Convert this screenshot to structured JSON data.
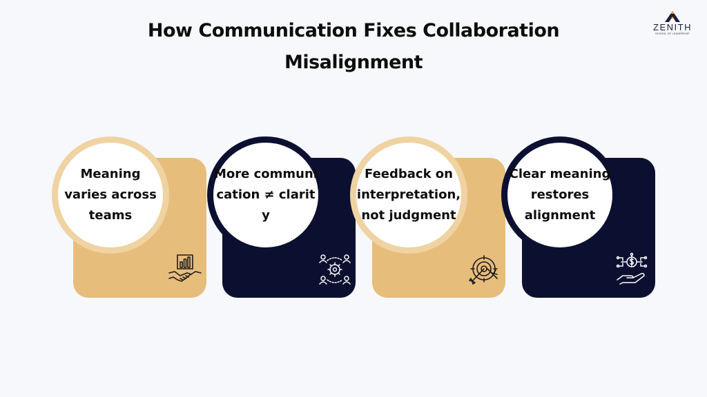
{
  "title": {
    "line1": "How Communication Fixes Collaboration",
    "line2": "Misalignment"
  },
  "logo": {
    "name": "ZENITH",
    "tagline": "School of Leadership"
  },
  "cards": [
    {
      "text": "Meaning varies across teams",
      "icon": "handshake-chart-icon",
      "theme": "gold"
    },
    {
      "text": "More communication ≠ clarity",
      "icon": "team-gear-network-icon",
      "theme": "navy"
    },
    {
      "text": "Feedback on interpretation, not judgment",
      "icon": "target-arrow-icon",
      "theme": "gold"
    },
    {
      "text": "Clear meaning restores alignment",
      "icon": "hand-coin-network-icon",
      "theme": "navy"
    }
  ],
  "colors": {
    "gold": "#e7bd7c",
    "gold_ring": "#f0d3a2",
    "navy": "#0c1030",
    "background": "#f7f8fc"
  }
}
